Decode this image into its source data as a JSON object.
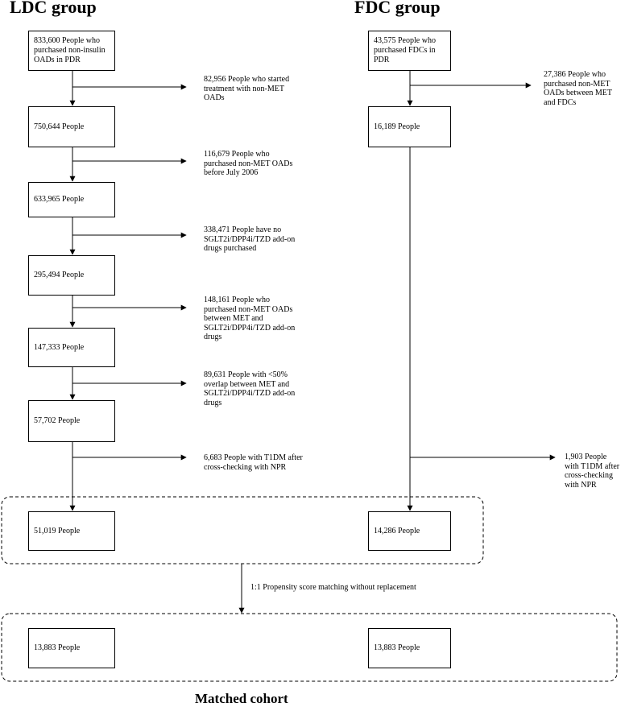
{
  "headings": {
    "ldc": "LDC group",
    "fdc": "FDC group",
    "matched": "Matched cohort"
  },
  "ldc": {
    "start": "833,600 People who purchased non-insulin OADs in PDR",
    "steps": [
      {
        "remaining": "750,644 People",
        "excluded": "82,956 People who started treatment with non-MET OADs"
      },
      {
        "remaining": "633,965 People",
        "excluded": "116,679 People who purchased non-MET OADs before July 2006"
      },
      {
        "remaining": "295,494 People",
        "excluded": "338,471 People have no SGLT2i/DPP4i/TZD add-on drugs purchased"
      },
      {
        "remaining": "147,333 People",
        "excluded": "148,161 People who purchased non-MET OADs between MET and SGLT2i/DPP4i/TZD add-on drugs"
      },
      {
        "remaining": "57,702 People",
        "excluded": "89,631 People with <50% overlap between MET and SGLT2i/DPP4i/TZD add-on drugs"
      },
      {
        "remaining": "51,019 People",
        "excluded": "6,683 People with T1DM after cross-checking with NPR"
      }
    ],
    "matched": "13,883 People"
  },
  "fdc": {
    "start": "43,575 People who purchased FDCs in PDR",
    "steps": [
      {
        "remaining": "16,189 People",
        "excluded": "27,386 People who purchased non-MET OADs between MET and FDCs"
      },
      {
        "remaining": "14,286 People",
        "excluded": "1,903 People with T1DM after cross-checking with NPR"
      }
    ],
    "matched": "13,883 People"
  },
  "matching_note": "1:1 Propensity score matching without replacement"
}
